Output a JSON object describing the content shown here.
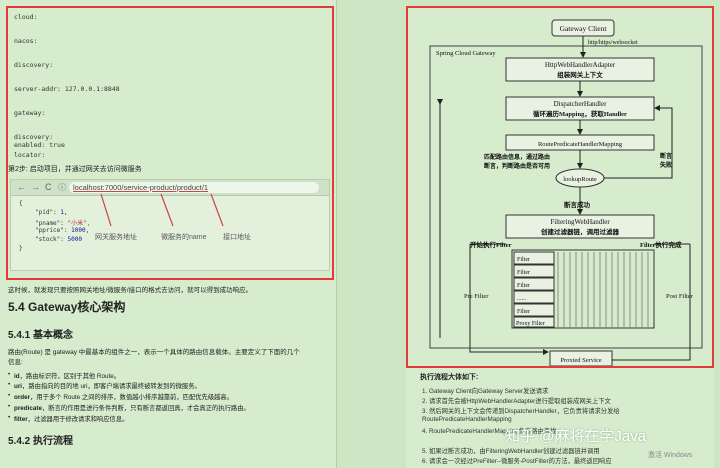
{
  "config_lines": [
    "cloud:",
    "nacos:",
    "discovery:",
    "server-addr: 127.0.0.1:8848",
    "gateway:",
    "discovery:",
    "locator:",
    "enabled: true"
  ],
  "step2": "第2步: 启动项目，并通过网关去访问微服务",
  "browser": {
    "back": "←",
    "forward": "→",
    "reload": "C",
    "info": "ⓘ",
    "url_host": "localhost:7000/",
    "url_service": "service-product",
    "url_path": "/product/1",
    "json": {
      "open": "{",
      "rows": [
        {
          "key": "\"pid\"",
          "val": "1,",
          "kind": "num"
        },
        {
          "key": "\"pname\"",
          "val": "\"小米\",",
          "kind": "str"
        },
        {
          "key": "\"pprice\"",
          "val": "1000,",
          "kind": "num"
        },
        {
          "key": "\"stock\"",
          "val": "5000",
          "kind": "num"
        }
      ],
      "close": "}"
    },
    "annotations": [
      "网关服务地址",
      "微服务的name",
      "接口地址"
    ]
  },
  "note": "这时候，就发现只要按照网关地址/微服务/接口的格式去访问，就可以得到成功响应。",
  "h2": "5.4 Gateway核心架构",
  "h3_concept": "5.4.1 基本概念",
  "intro_line1": "路由(Route) 是 gateway 中最基本的组件之一，表示一个具体的路由信息载体。主要定义了下面的几个",
  "intro_line2": "信息:",
  "bullets": [
    {
      "term": "id",
      "text": "，路由标识符，区别于其他 Route。"
    },
    {
      "term": "uri",
      "text": "，路由指向的目的地 uri，即客户端请求最终被转发到的微服务。"
    },
    {
      "term": "order",
      "text": "，用于多个 Route 之间的排序，数值越小排序越靠前，匹配优先级越高。"
    },
    {
      "term": "predicate",
      "text": "，断言的作用是进行条件判断，只有断言都返回真，才会真正的执行路由。"
    },
    {
      "term": "filter",
      "text": "，过滤器用于修改请求和响应信息。"
    }
  ],
  "h3_flow": "5.4.2 执行流程",
  "diagram": {
    "client": "Gateway Client",
    "protocol": "http/https/websocket",
    "container": "Spring Cloud Gateway",
    "adapter_1": "HttpWebHandlerAdapter",
    "adapter_2": "组装网关上下文",
    "dispatcher_1": "DispatcherHandler",
    "dispatcher_2": "循环遍历Mapping，获取Handler",
    "mapping": "RoutePredicateHandlerMapping",
    "match_1": "匹配路由信息，通过路由",
    "match_2": "断言，判断路由是否可用",
    "fail": [
      "断言",
      "失败"
    ],
    "lookup": "lookupRoute",
    "success": "断言成功",
    "filtering_1": "FilteringWebHandler",
    "filtering_2": "创建过滤器链，调用过滤器",
    "start_filter": "开始执行Filter",
    "filter_done": "Filter执行完成",
    "filters": [
      "Filter",
      "Filter",
      "Filter",
      "......",
      "Filter",
      "Proxy Filter"
    ],
    "pre_filter": "Pre Filter",
    "post_filter": "Post Filter",
    "proxied": "Proxied Service"
  },
  "flow_title": "执行流程大体如下:",
  "flow_steps": [
    "1. Gateway Client向Gateway Server发送请求",
    "2. 请求首先会被HttpWebHandlerAdapter进行提取组装成网关上下文",
    "3. 然后网关的上下文会传递到DispatcherHandler，它负责将请求分发给",
    "   RoutePredicateHandlerMapping",
    "4. RoutePredicateHandlerMapping负责路由查找",
    "5. 如果过断言成功，由FilteringWebHandler创建过滤器链并调用",
    "6. 请求会一次经过PreFilter--微服务-PostFilter的方法，最终返回响应"
  ],
  "watermark": "知乎 @麻将在学Java",
  "activate": "激活 Windows",
  "colors": {
    "frame": "#e33b3b",
    "bg": "#d6eccc",
    "box": "#e8f1e2"
  }
}
